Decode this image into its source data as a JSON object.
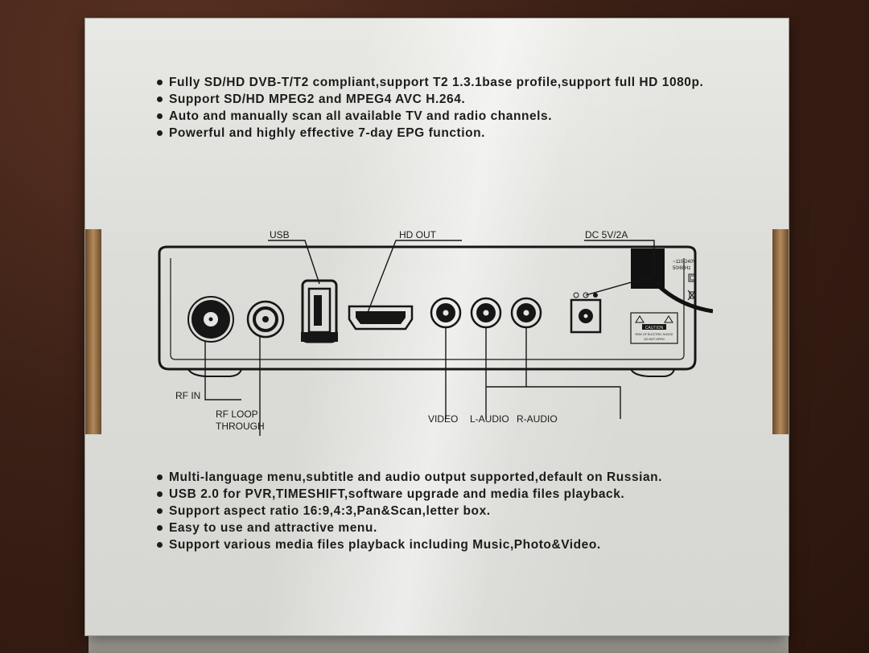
{
  "features_top": [
    "Fully SD/HD DVB-T/T2 compliant,support T2 1.3.1base profile,support full HD 1080p.",
    "Support SD/HD MPEG2 and MPEG4 AVC H.264.",
    "Auto and manually scan all available TV and radio channels.",
    "Powerful and highly effective 7-day EPG function."
  ],
  "features_bottom": [
    "Multi-language menu,subtitle and audio output supported,default on Russian.",
    "USB 2.0 for PVR,TIMESHIFT,software upgrade and media files playback.",
    "Support aspect ratio 16:9,4:3,Pan&Scan,letter box.",
    "Easy to use and attractive menu.",
    "Support various media files playback including Music,Photo&Video."
  ],
  "ports": {
    "usb": "USB",
    "hd_out": "HD OUT",
    "dc": "DC 5V/2A",
    "rf_in": "RF IN",
    "rf_loop_line1": "RF LOOP",
    "rf_loop_line2": "THROUGH",
    "video": "VIDEO",
    "l_audio": "L-AUDIO",
    "r_audio": "R-AUDIO"
  },
  "device_label": {
    "caution": "CAUTION",
    "shock_line1": "RISK OF ELECTRIC SHOCK",
    "shock_line2": "DO NOT OPEN",
    "power_line1": "~110-240V",
    "power_line2": "50/60Hz"
  }
}
